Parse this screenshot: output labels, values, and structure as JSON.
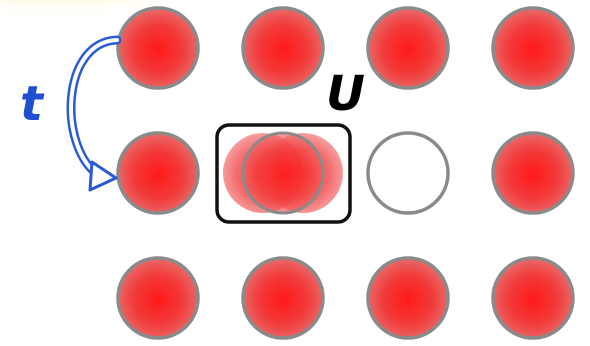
{
  "labels": {
    "hopping": "t",
    "interaction": "U"
  },
  "lattice": {
    "rows": 3,
    "columns": 4,
    "double_occupied_site": [
      1,
      1
    ],
    "empty_site": [
      1,
      2
    ]
  },
  "colors": {
    "particle_center": "#ff1a1a",
    "particle_edge": "#e87070",
    "particle_stroke": "#8a8a8a",
    "arrow": "#2a5ad6",
    "box": "#111111",
    "glow": "#ffe27a",
    "hopping_label": "#1f4fd0",
    "interaction_label": "#000000"
  }
}
